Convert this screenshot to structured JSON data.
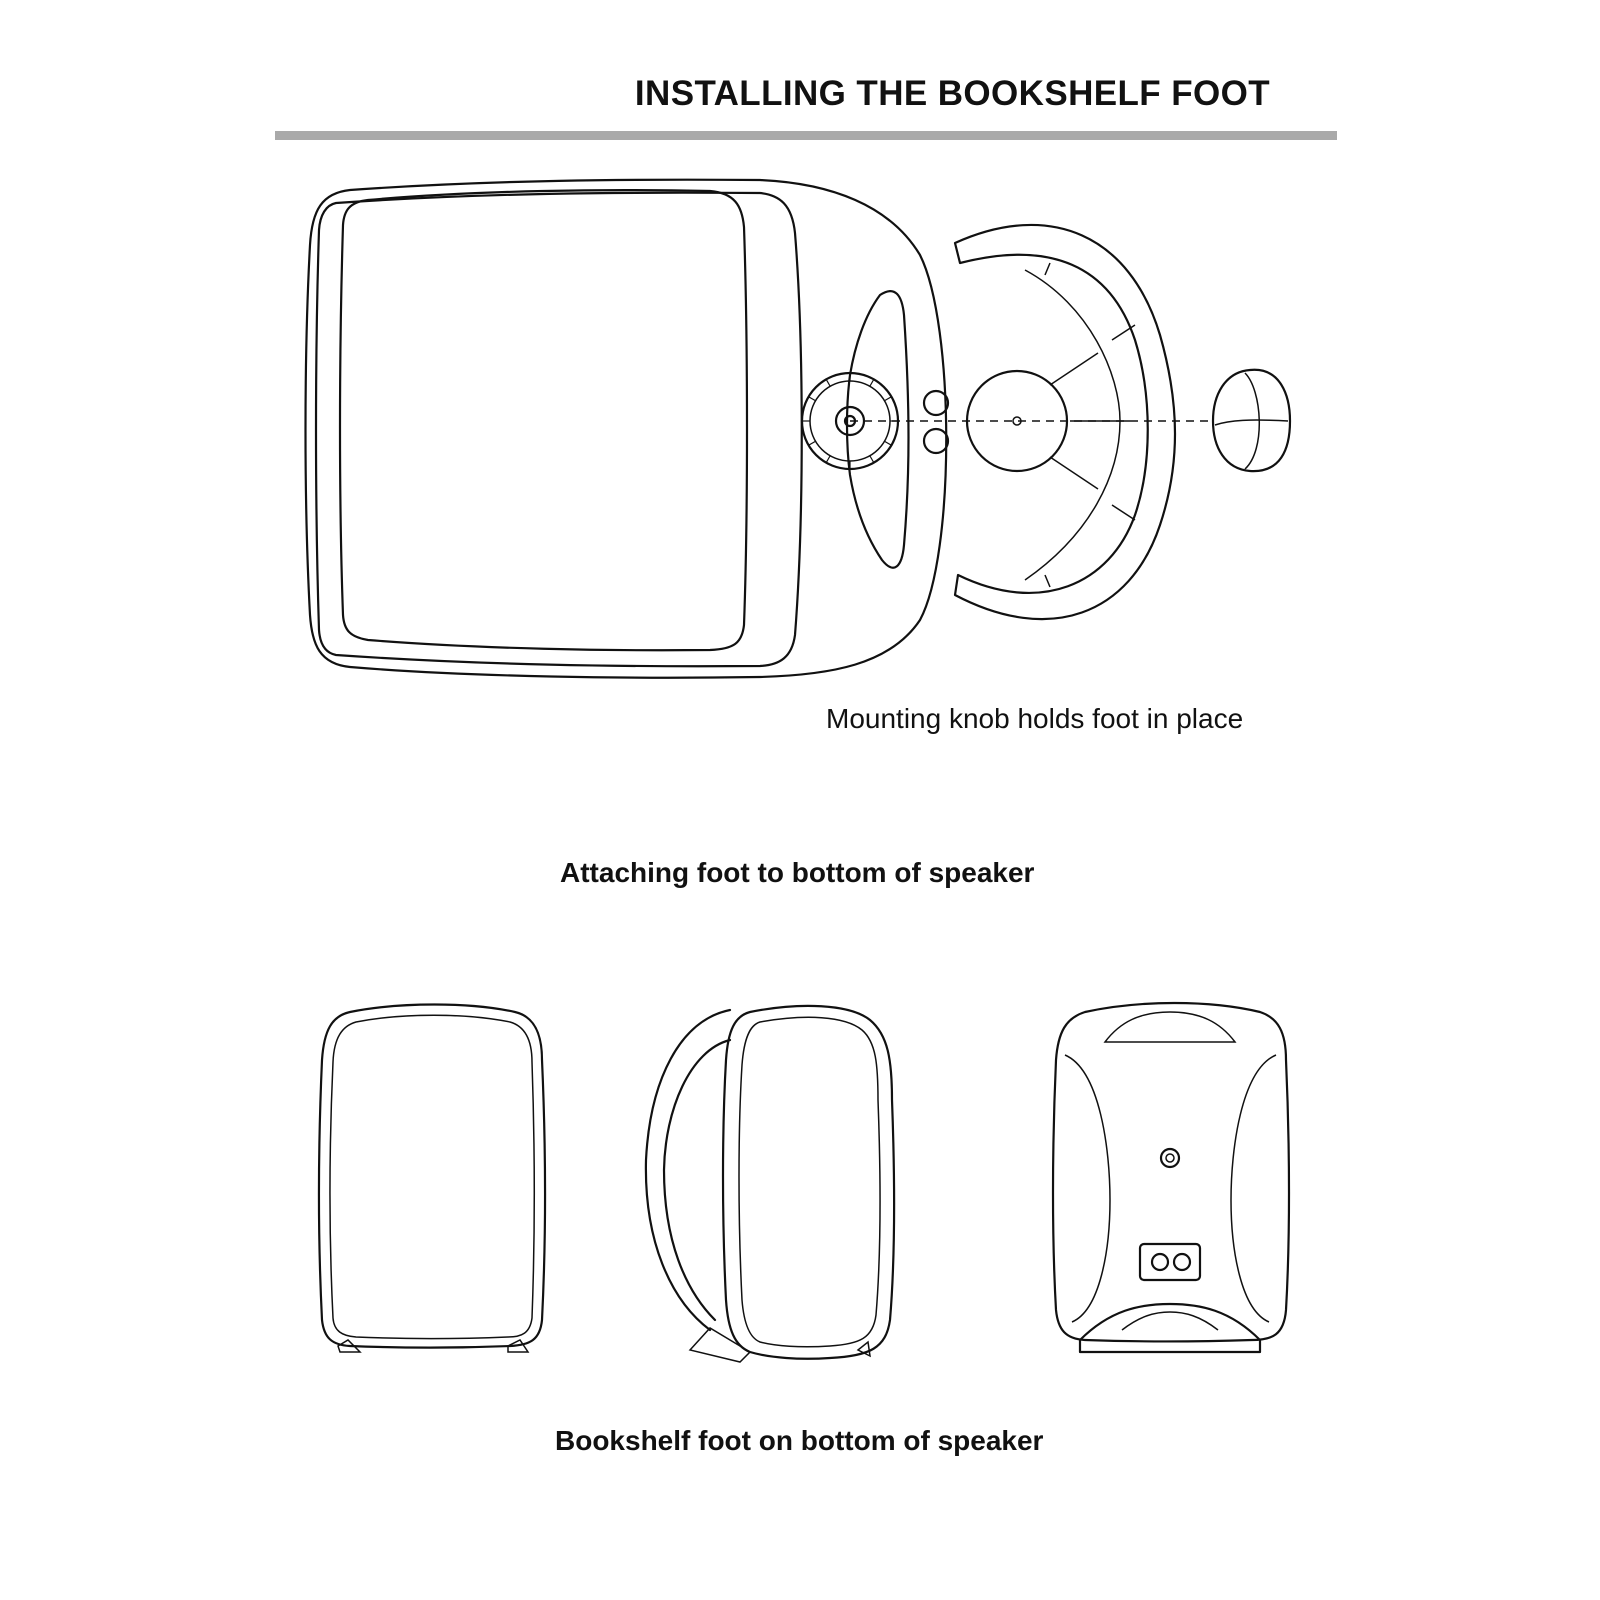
{
  "page": {
    "title": "INSTALLING THE  BOOKSHELF FOOT"
  },
  "figure_exploded": {
    "callout": "Mounting knob holds foot in place",
    "caption": "Attaching foot to bottom of speaker"
  },
  "figure_views": {
    "caption": "Bookshelf foot on bottom of speaker"
  }
}
